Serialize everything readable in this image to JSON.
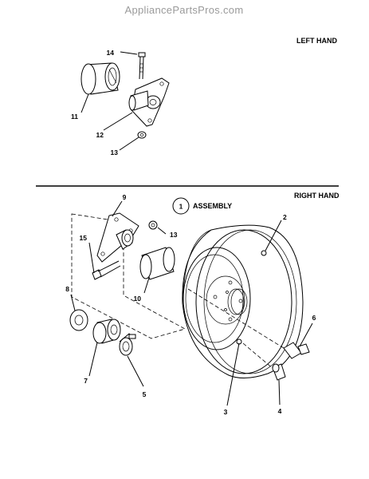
{
  "watermark": "AppliancePartsPros.com",
  "sections": {
    "left": {
      "title": "LEFT HAND"
    },
    "right": {
      "title": "RIGHT HAND"
    }
  },
  "assembly": {
    "number": "1",
    "label": "ASSEMBLY"
  },
  "callouts": {
    "c2": "2",
    "c3": "3",
    "c4": "4",
    "c5": "5",
    "c6": "6",
    "c7": "7",
    "c8": "8",
    "c9": "9",
    "c10": "10",
    "c11": "11",
    "c12": "12",
    "c13_left": "13",
    "c13_right": "13",
    "c14": "14",
    "c15": "15"
  }
}
